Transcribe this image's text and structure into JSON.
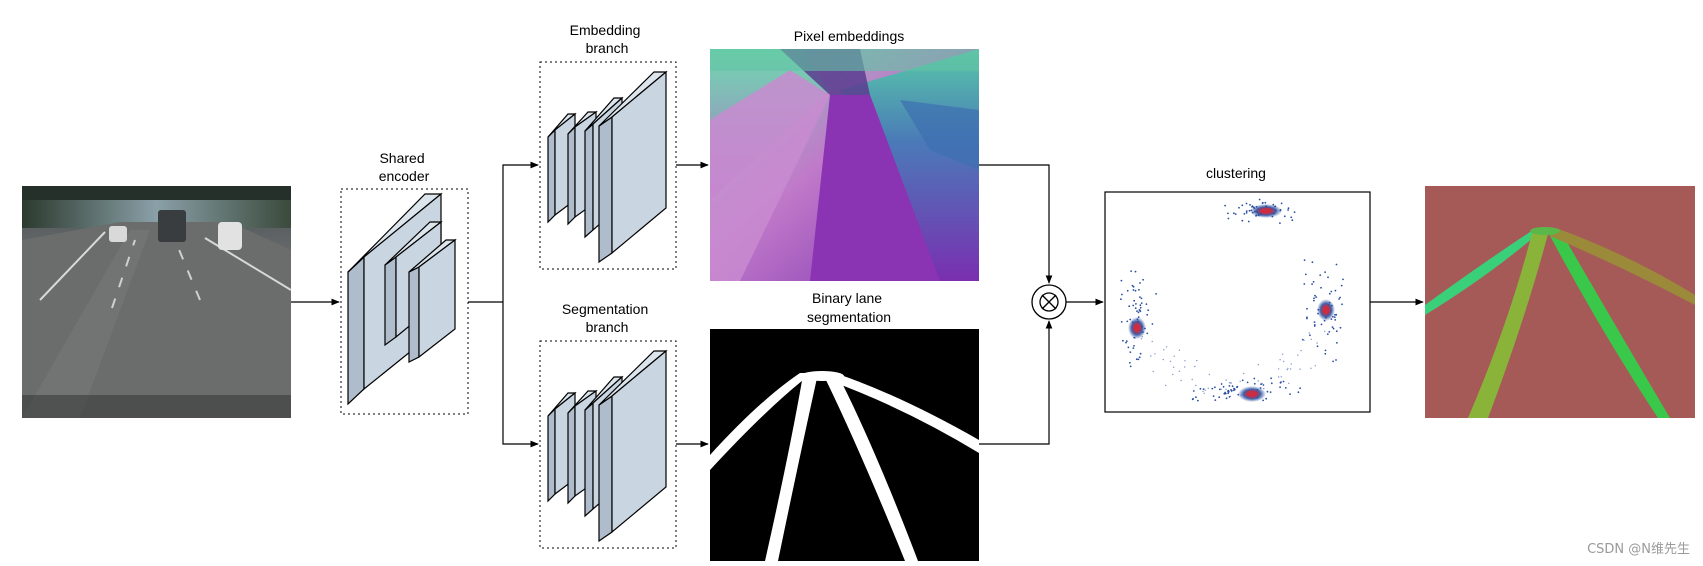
{
  "labels": {
    "shared_encoder": [
      "Shared",
      "encoder"
    ],
    "embedding_branch": [
      "Embedding",
      "branch"
    ],
    "segmentation_branch": [
      "Segmentation",
      "branch"
    ],
    "pixel_embeddings": "Pixel embeddings",
    "binary_lane_segmentation": [
      "Binary lane",
      "segmentation"
    ],
    "clustering": "clustering"
  },
  "watermark": "CSDN @N维先生",
  "icons": {
    "combine": "circle-times-icon"
  },
  "colors": {
    "layer_fill": "#c9d5e1",
    "layer_side": "#aebccb",
    "lane_background": "#a65a58",
    "cluster_points": "#2b4fa0",
    "cluster_centers": "#d82a3a"
  }
}
